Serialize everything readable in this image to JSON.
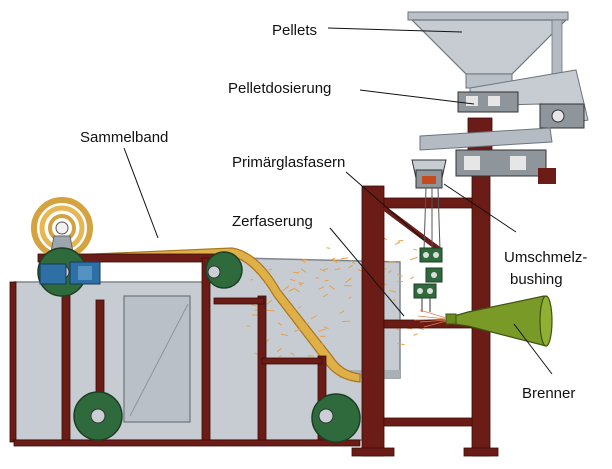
{
  "labels": {
    "pellets": "Pellets",
    "pelletdosierung": "Pelletdosierung",
    "sammelband": "Sammelband",
    "primaerglasfasern": "Primärglasfasern",
    "zerfaserung": "Zerfaserung",
    "umschmelz_line1": "Umschmelz-",
    "umschmelz_line2": "bushing",
    "brenner": "Brenner"
  },
  "colors": {
    "frame": "#6b1c16",
    "belt": "#e0b048",
    "housing": "#c6ccd2",
    "roller": "#2f6a3c",
    "burner": "#7a9a28",
    "fiber": "#e8a048",
    "machine_gray": "#8e959b"
  }
}
